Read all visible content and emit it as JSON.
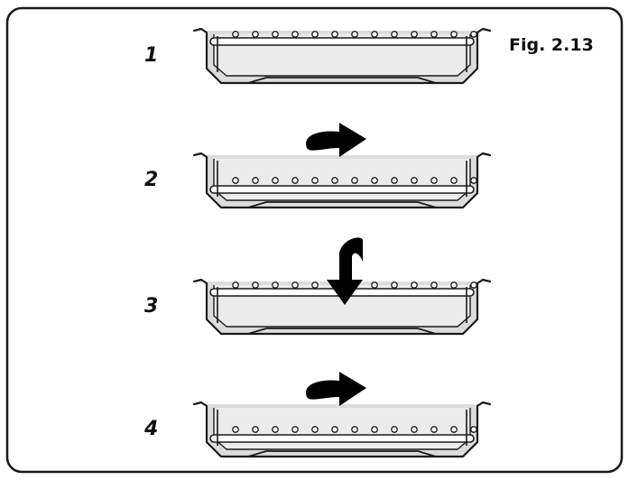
{
  "figure": {
    "label": "Fig. 2.13",
    "steps": [
      {
        "number": "1",
        "arrow": "none",
        "rail": "top"
      },
      {
        "number": "2",
        "arrow": "turn-right",
        "rail": "bottom"
      },
      {
        "number": "3",
        "arrow": "turn-down",
        "rail": "top"
      },
      {
        "number": "4",
        "arrow": "turn-right",
        "rail": "bottom"
      }
    ]
  },
  "colors": {
    "outline": "#1a1a1a",
    "tray_fill": "#dcdcdc",
    "tray_inner": "#ececec",
    "frame": "#1a1a1a"
  }
}
